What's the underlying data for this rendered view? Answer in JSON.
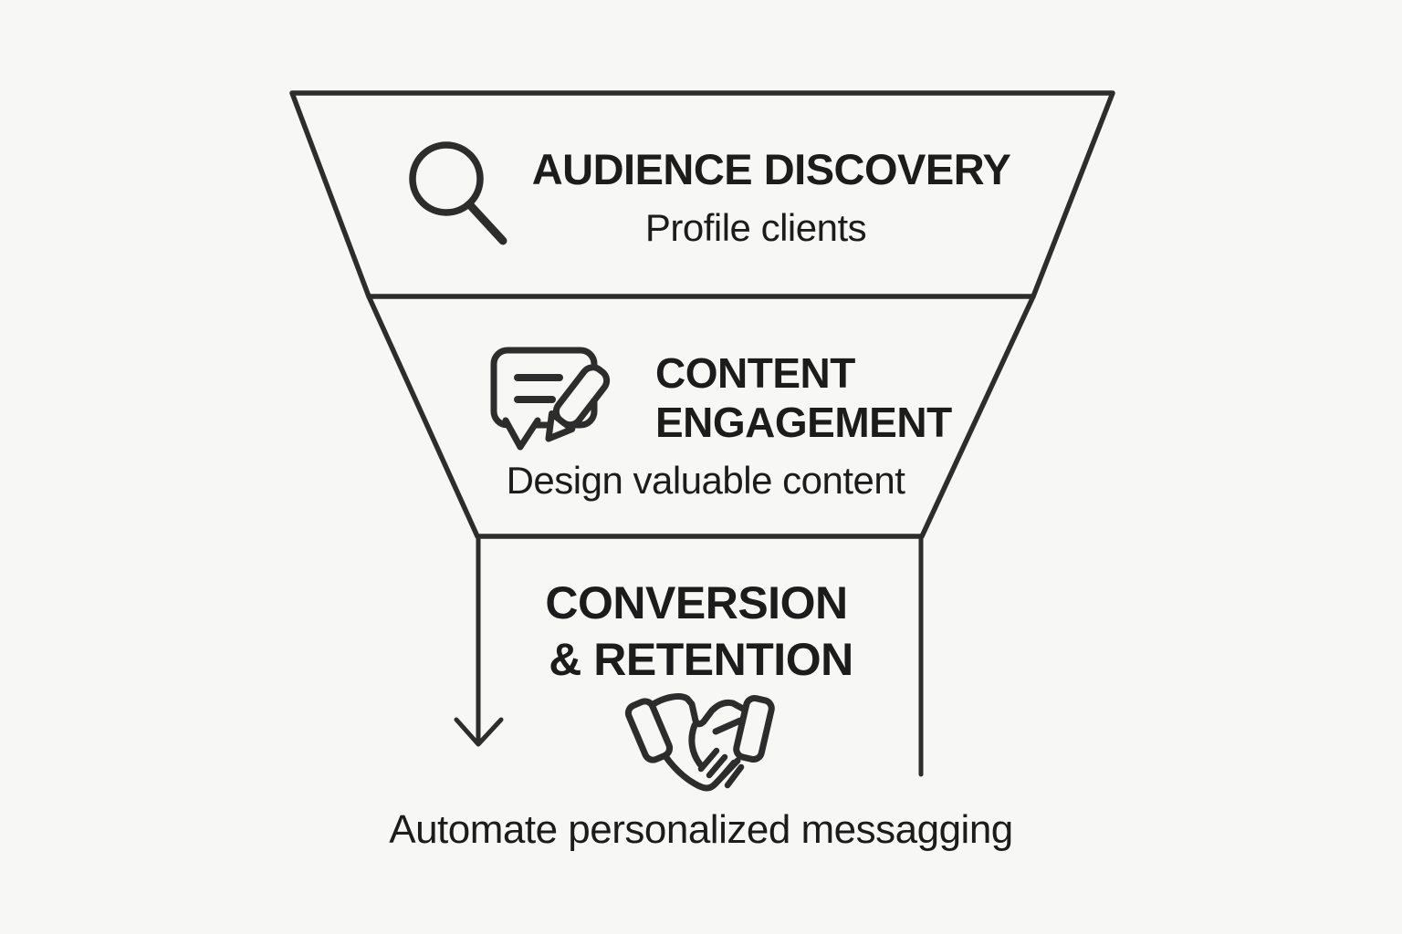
{
  "colors": {
    "background": "#f7f7f5",
    "line": "#2d2d2d",
    "text": "#1c1c1c"
  },
  "diagram": {
    "type": "marketing-funnel",
    "stages": [
      {
        "title": "AUDIENCE DISCOVERY",
        "subtitle": "Profile clients",
        "icon": "magnifier-icon"
      },
      {
        "title_lines": [
          "CONTENT",
          "ENGAGEMENT"
        ],
        "subtitle": "Design valuable content",
        "icon": "speech-bubble-pencil-icon"
      },
      {
        "title_lines": [
          "CONVERSION",
          "& RETENTION"
        ],
        "icon": "handshake-icon"
      }
    ],
    "caption": "Automate personalized messagging"
  }
}
